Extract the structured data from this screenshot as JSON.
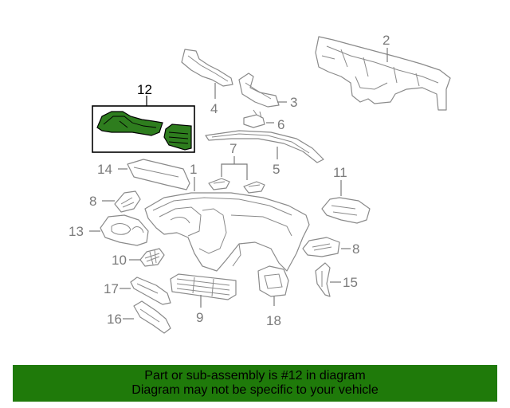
{
  "diagram": {
    "callouts": [
      {
        "label": "1"
      },
      {
        "label": "2"
      },
      {
        "label": "3"
      },
      {
        "label": "4"
      },
      {
        "label": "5"
      },
      {
        "label": "6"
      },
      {
        "label": "7"
      },
      {
        "label": "8"
      },
      {
        "label": "8"
      },
      {
        "label": "9"
      },
      {
        "label": "10"
      },
      {
        "label": "11"
      },
      {
        "label": "12"
      },
      {
        "label": "13"
      },
      {
        "label": "14"
      },
      {
        "label": "15"
      },
      {
        "label": "16"
      },
      {
        "label": "17"
      },
      {
        "label": "18"
      }
    ],
    "highlight_color": "#2e7d1e"
  },
  "footer": {
    "line1": "Part or sub-assembly is #12 in diagram",
    "line2": "Diagram may not be specific to your vehicle",
    "background": "#1f7a0a"
  }
}
